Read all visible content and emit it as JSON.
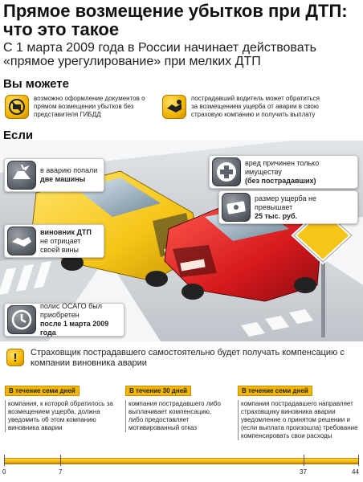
{
  "header": {
    "title": "Прямое возмещение убытков при ДТП: что это такое",
    "subtitle": "С 1 марта 2009 года в России начинает действовать «прямое урегулирование» при мелких ДТП"
  },
  "you_can": {
    "heading": "Вы можете",
    "items": [
      {
        "icon": "no-police-icon",
        "text": "возможно оформление документов о прямом возмещении убытков без представителя ГИБДД"
      },
      {
        "icon": "handshake-insurance-icon",
        "text": "пострадавший водитель может обратиться за возмещением ущерба от аварии в свою страховую компанию и получить выплату"
      }
    ]
  },
  "if": {
    "heading": "Если",
    "conditions": [
      {
        "icon": "collision-icon",
        "text": "в аварию попали",
        "bold": "две машины"
      },
      {
        "icon": "handshake-icon",
        "bold": "виновник ДТП",
        "text": "не отрицает своей вины"
      },
      {
        "icon": "clock-icon",
        "text": "полис ОСАГО был приобретен",
        "bold": "после 1 марта 2009 года"
      },
      {
        "icon": "medical-cross-icon",
        "text": "вред причинен только имуществу",
        "bold": "(без пострадавших)"
      },
      {
        "icon": "money-icon",
        "text": "размер ущерба не превышает",
        "bold": "25 тыс. руб."
      }
    ]
  },
  "notice": {
    "icon": "exclamation-icon",
    "text": "Страховщик пострадавшего самостоятельно будет получать компенсацию с компании виновника аварии"
  },
  "stages": [
    {
      "head": "В течение семи дней",
      "body": "компания, к которой обратилось за возмещением ущерба, должна уведомить об этом компанию виновника аварии"
    },
    {
      "head": "В течение 30 дней",
      "body": "компания пострадавшего либо выплачивает компенсацию, либо предоставляет мотивированный отказ"
    },
    {
      "head": "В течение семи дней",
      "body": "компания пострадавшего направляет страховщику виновника аварии уведомление о принятом решении и (если выплата произошла) требование компенсировать свои расходы"
    }
  ],
  "timeline": {
    "ticks": [
      "0",
      "7",
      "37",
      "44"
    ]
  },
  "colors": {
    "accent_yellow": "#f2b705",
    "car_yellow": "#f5c518",
    "car_red": "#d6191d",
    "road": "#cfd3d8"
  }
}
